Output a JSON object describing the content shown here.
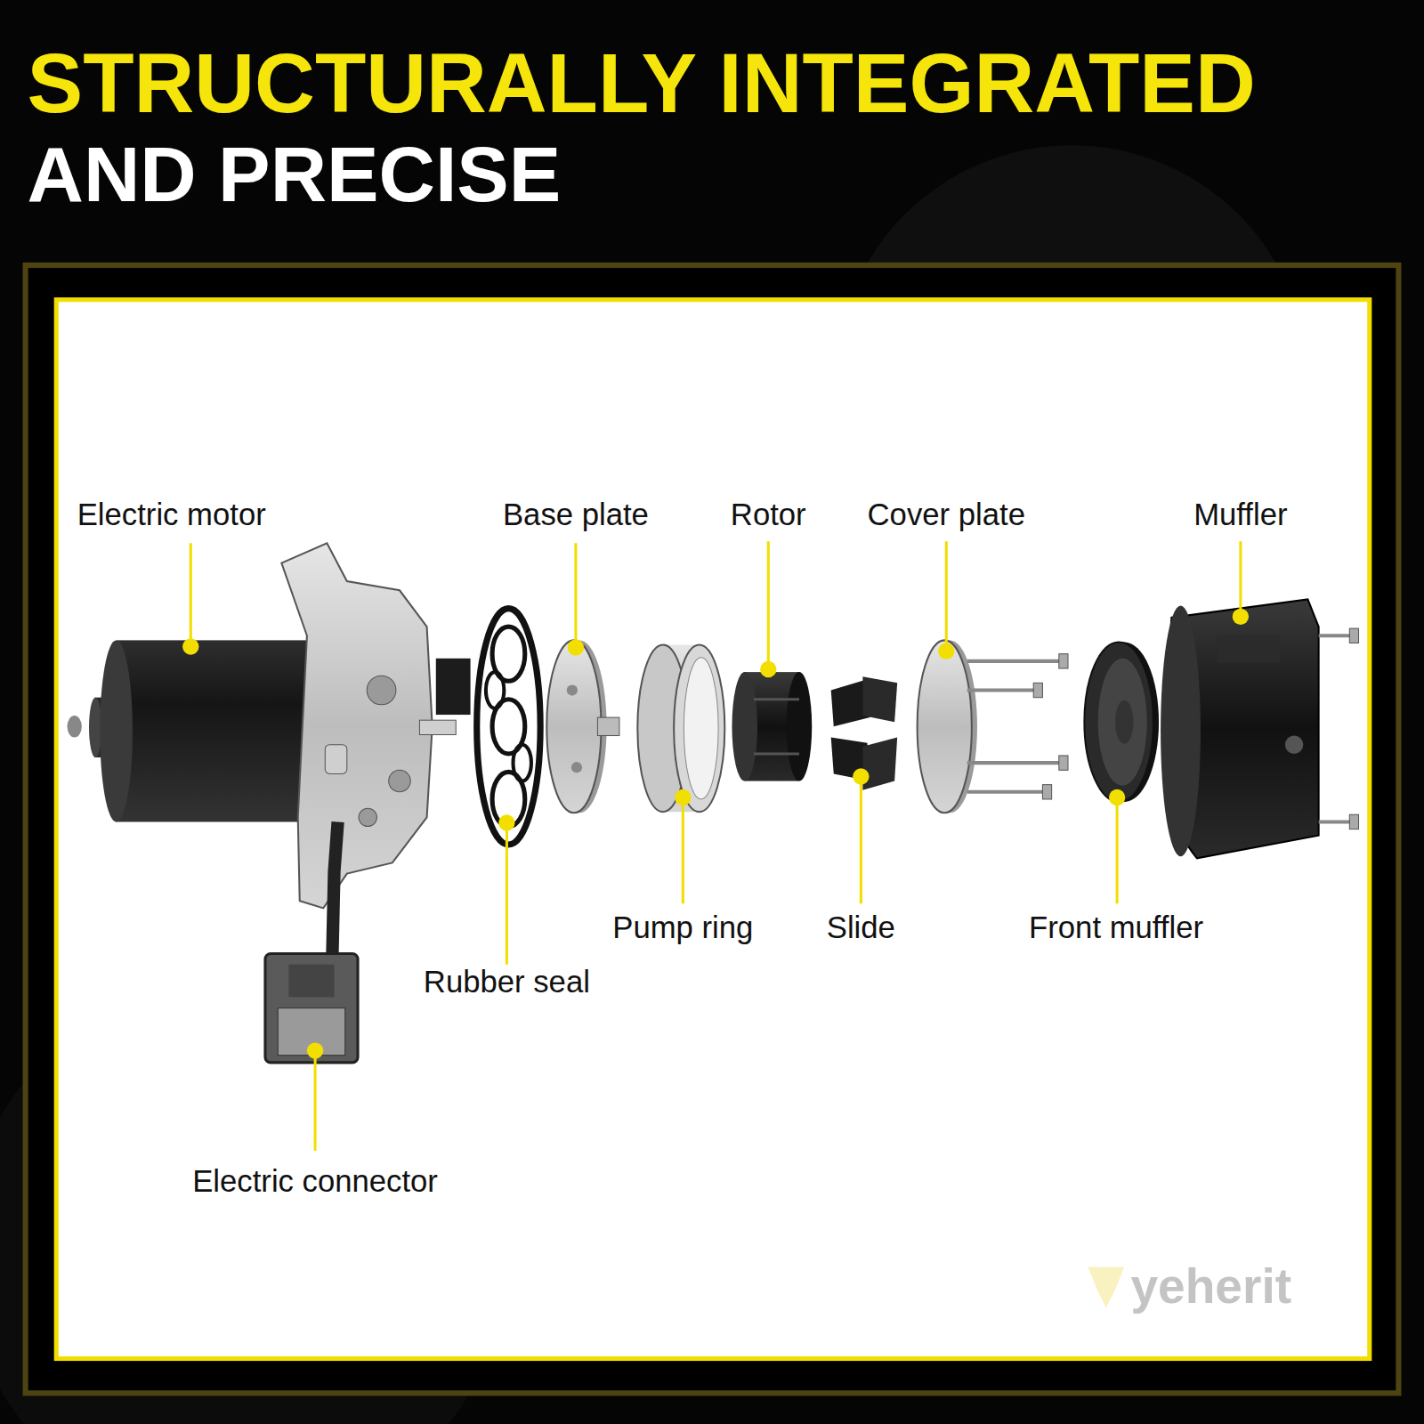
{
  "diagram": {
    "title": "STRUCTURALLY INTEGRATED",
    "labels": [
      "AND PRECISE",
      "Electric motor",
      "Base plate",
      "Rotor",
      "Cover plate",
      "Muffler",
      "Pump ring",
      "Slide",
      "Front muffler",
      "Rubber seal",
      "Electric connector",
      "yeherit"
    ]
  }
}
